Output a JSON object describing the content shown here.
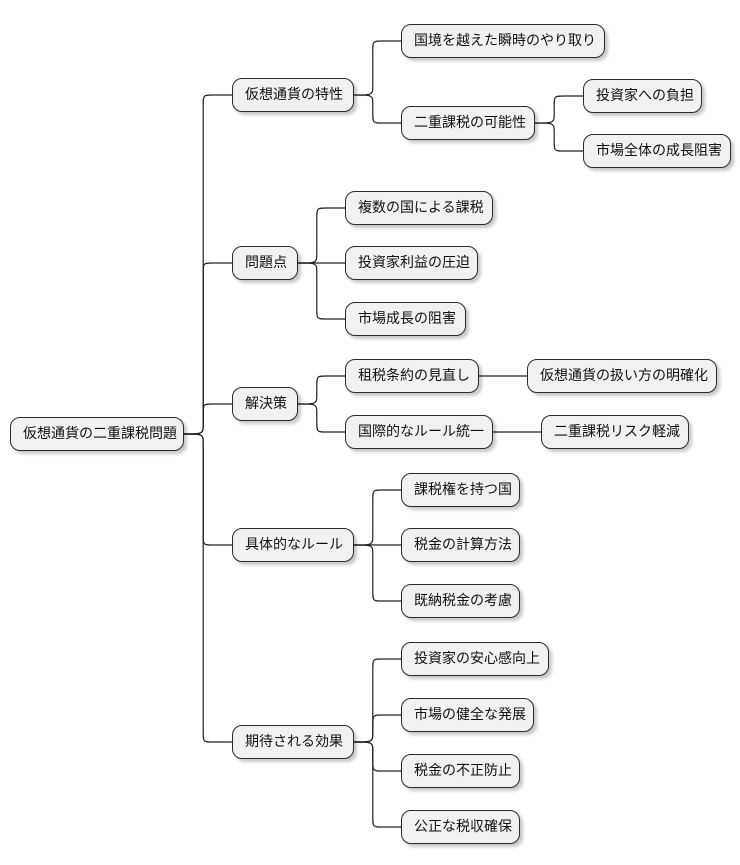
{
  "mindmap": {
    "root": "仮想通貨の二重課税問題",
    "branches": [
      {
        "label": "仮想通貨の特性",
        "children": [
          {
            "label": "国境を越えた瞬時のやり取り"
          },
          {
            "label": "二重課税の可能性",
            "children": [
              {
                "label": "投資家への負担"
              },
              {
                "label": "市場全体の成長阻害"
              }
            ]
          }
        ]
      },
      {
        "label": "問題点",
        "children": [
          {
            "label": "複数の国による課税"
          },
          {
            "label": "投資家利益の圧迫"
          },
          {
            "label": "市場成長の阻害"
          }
        ]
      },
      {
        "label": "解決策",
        "children": [
          {
            "label": "租税条約の見直し",
            "children": [
              {
                "label": "仮想通貨の扱い方の明確化"
              }
            ]
          },
          {
            "label": "国際的なルール統一",
            "children": [
              {
                "label": "二重課税リスク軽減"
              }
            ]
          }
        ]
      },
      {
        "label": "具体的なルール",
        "children": [
          {
            "label": "課税権を持つ国"
          },
          {
            "label": "税金の計算方法"
          },
          {
            "label": "既納税金の考慮"
          }
        ]
      },
      {
        "label": "期待される効果",
        "children": [
          {
            "label": "投資家の安心感向上"
          },
          {
            "label": "市場の健全な発展"
          },
          {
            "label": "税金の不正防止"
          },
          {
            "label": "公正な税収確保"
          }
        ]
      }
    ]
  }
}
